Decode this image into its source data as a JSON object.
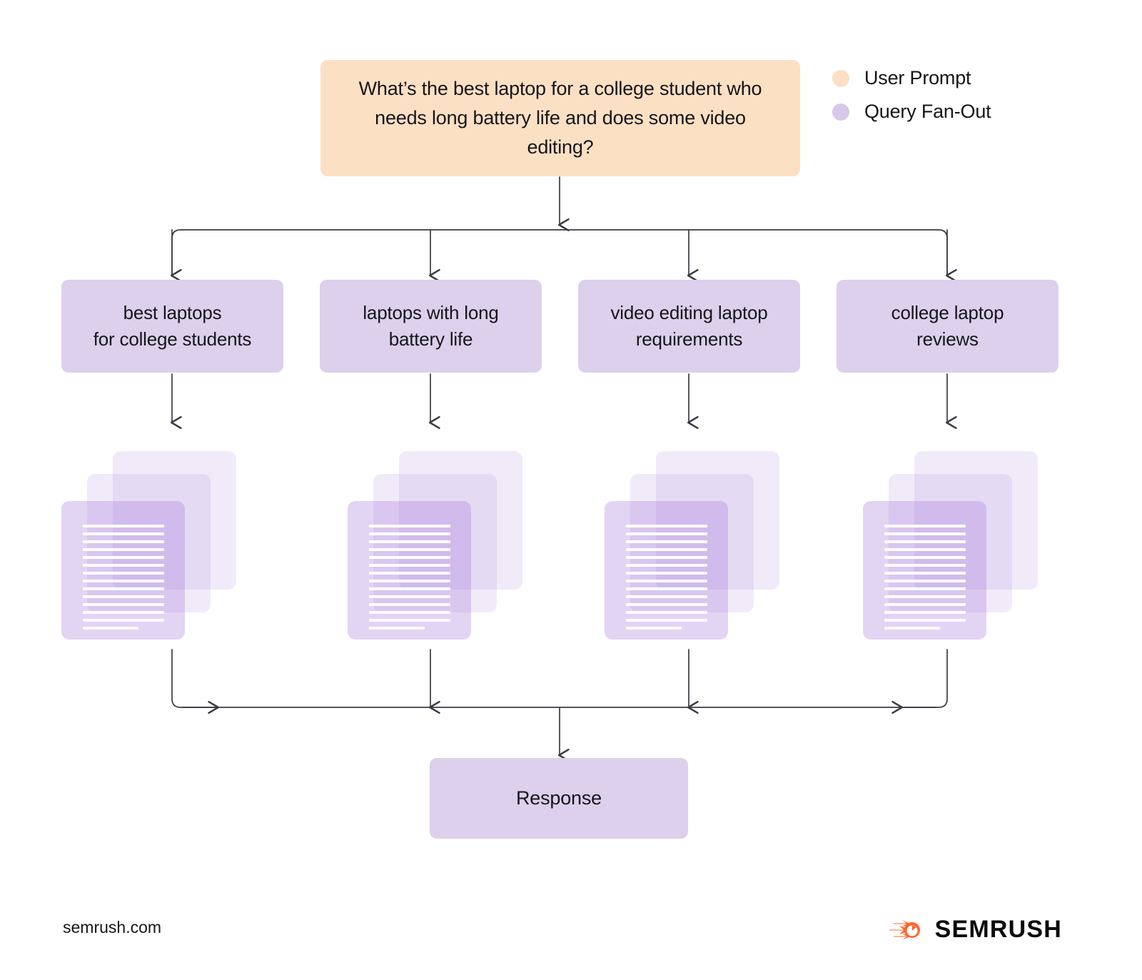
{
  "diagram": {
    "title": "Query Fan-Out flow",
    "colors": {
      "user_prompt": "#fce0c4",
      "query_fan_out": "#dcd0ec",
      "response": "#dcd0ec",
      "connector": "#3b3b44",
      "brand_orange": "#ff642d",
      "background": "#ffffff"
    }
  },
  "legend": {
    "items": [
      {
        "label": "User Prompt",
        "color": "#fce0c4",
        "icon": "legend-dot-icon"
      },
      {
        "label": "Query Fan-Out",
        "color": "#d5c8ea",
        "icon": "legend-dot-icon"
      }
    ]
  },
  "prompt": {
    "text": "What’s the best laptop for a college student who needs long battery life and does some video editing?"
  },
  "queries": [
    {
      "text": "best laptops\nfor college students"
    },
    {
      "text": "laptops with long\nbattery life"
    },
    {
      "text": "video editing laptop\nrequirements"
    },
    {
      "text": "college laptop\nreviews"
    }
  ],
  "documents": {
    "sheet_count": 3,
    "line_count": 14,
    "icon": "document-stack-icon"
  },
  "response": {
    "label": "Response"
  },
  "footer": {
    "url": "semrush.com",
    "brand_name": "SEMRUSH",
    "brand_icon": "semrush-comet-icon"
  }
}
